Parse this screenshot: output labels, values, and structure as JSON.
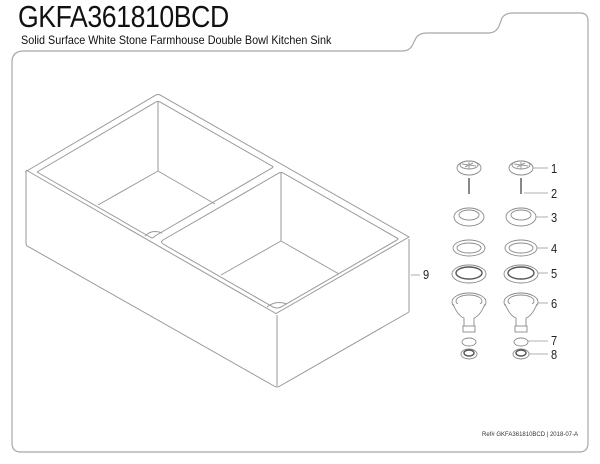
{
  "header": {
    "model_number": "GKFA361810BCD",
    "description": "Solid Surface White Stone Farmhouse Double Bowl Kitchen Sink"
  },
  "footer": {
    "reference": "Ref# GKFA361810BCD | 2018-07-A"
  },
  "callouts": [
    {
      "number": "1",
      "part": "basket-strainer-stopper"
    },
    {
      "number": "2",
      "part": "screw"
    },
    {
      "number": "3",
      "part": "strainer-flange"
    },
    {
      "number": "4",
      "part": "gasket"
    },
    {
      "number": "5",
      "part": "friction-ring"
    },
    {
      "number": "6",
      "part": "strainer-body"
    },
    {
      "number": "7",
      "part": "washer"
    },
    {
      "number": "8",
      "part": "coupling-nut"
    },
    {
      "number": "9",
      "part": "sink-body"
    }
  ],
  "colors": {
    "line": "#9a9a9a",
    "text": "#111111",
    "background": "#ffffff"
  }
}
